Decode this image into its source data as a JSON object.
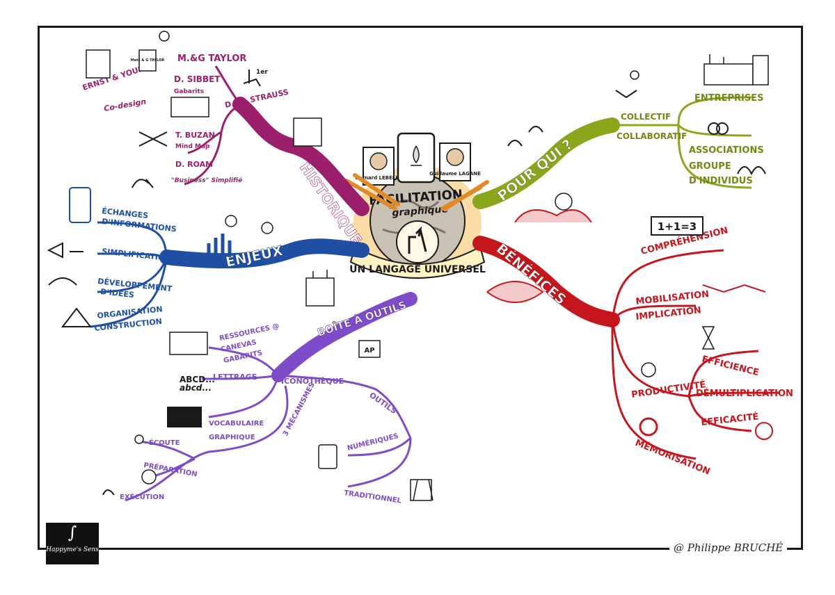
{
  "center": {
    "title": "FACILITATION",
    "subtitle": "graphique",
    "banner": "UN LANGAGE UNIVERSEL",
    "portrait_left": "Bernard LEBELLE",
    "portrait_right": "Guillaume LAGANE"
  },
  "historique": {
    "label": "HISTORIQUE",
    "items": [
      "M.&G TAYLOR",
      "ERNST & YOUNG",
      "Co-design",
      "D. SIBBET",
      "Gabarits",
      "D.&P. STRAUSS",
      "T. BUZAN",
      "Mind Map",
      "D. ROAM",
      "\"Business\" Simplifié"
    ],
    "icon_texts": [
      "Mets & G TAYLOR",
      "1er"
    ]
  },
  "pourquoi": {
    "label": "POUR QUI ?",
    "items": [
      "COLLECTIF",
      "COLLABORATIF",
      "ENTREPRISES",
      "ASSOCIATIONS",
      "GROUPE",
      "D'INDIVIDUS"
    ]
  },
  "enjeux": {
    "label": "ENJEUX",
    "items": [
      "ÉCHANGES",
      "D'INFORMATIONS",
      "SIMPLIFICATION",
      "DÉVELOPPEMENT",
      "D'IDÉES",
      "ORGANISATION",
      "CONSTRUCTION"
    ]
  },
  "benefices": {
    "label": "BÉNÉFICES",
    "items": [
      "COMPRÉHENSION",
      "MOBILISATION",
      "IMPLICATION",
      "PRODUCTIVITÉ",
      "EFFICIENCE",
      "DÉMULTIPLICATION",
      "EFFICACITÉ",
      "MÉMORISATION"
    ],
    "equation": "1+1=3"
  },
  "boite": {
    "label": "BOÎTE À OUTILS",
    "items": [
      "RESSOURCES @",
      "CANEVAS",
      "GABARITS",
      "LETTRAGE",
      "ICONOTHÈQUE",
      "VOCABULAIRE",
      "GRAPHIQUE",
      "OUTILS",
      "3 MÉCANISMES",
      "ÉCOUTE",
      "PRÉPARATION",
      "EXÉCUTION",
      "NUMÉRIQUES",
      "TRADITIONNEL"
    ],
    "icon_texts": [
      "ABCD...",
      "abcd...",
      "AP"
    ]
  },
  "footer": {
    "logo": "Happyme's Sens",
    "credit": "@ Philippe BRUCHÉ"
  },
  "colors": {
    "historique": "#9b1f6a",
    "pourquoi": "#8aa61c",
    "enjeux": "#1f4fa3",
    "benefices": "#c4161c",
    "boite": "#7e4bc9",
    "center": "#f2a51a",
    "ink": "#1a1a1a"
  }
}
